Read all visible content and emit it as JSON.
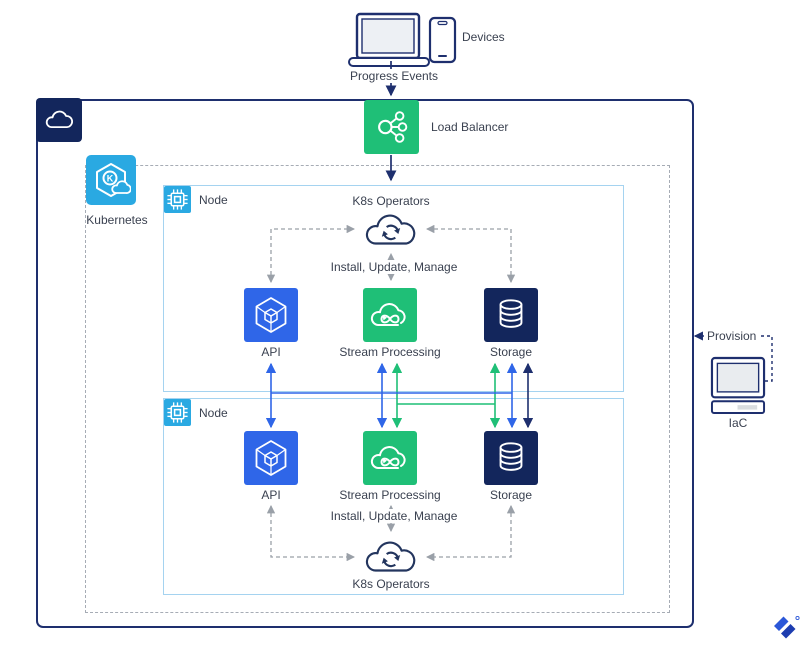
{
  "colors": {
    "navy": "#1e2f6e",
    "tile_navy": "#13265c",
    "blue": "#2f66e8",
    "green": "#1fbf77",
    "light_blue": "#2aa9e2",
    "node_border": "#a5d3f0",
    "dashed_gray": "#9aa0a8",
    "text": "#3a4150"
  },
  "diagram": {
    "devices": {
      "label": "Devices",
      "progress_label": "Progress Events",
      "icons": [
        "laptop-icon",
        "smartphone-icon"
      ]
    },
    "load_balancer": {
      "label": "Load Balancer",
      "icon": "load-balancer-icon"
    },
    "cloud_provider": {
      "icon": "cloud-icon"
    },
    "kubernetes": {
      "label": "Kubernetes",
      "icon": "kubernetes-icon"
    },
    "nodes": [
      {
        "label": "Node",
        "icon": "chip-icon",
        "operators": "K8s Operators",
        "operators_icon": "operators-cloud-icon",
        "manage": "Install, Update, Manage",
        "components": [
          {
            "label": "API",
            "icon": "api-cube-icon"
          },
          {
            "label": "Stream Processing",
            "icon": "stream-cloud-icon"
          },
          {
            "label": "Storage",
            "icon": "database-icon"
          }
        ]
      },
      {
        "label": "Node",
        "icon": "chip-icon",
        "operators": "K8s Operators",
        "operators_icon": "operators-cloud-icon",
        "manage": "Install, Update, Manage",
        "components": [
          {
            "label": "API",
            "icon": "api-cube-icon"
          },
          {
            "label": "Stream Processing",
            "icon": "stream-cloud-icon"
          },
          {
            "label": "Storage",
            "icon": "database-icon"
          }
        ]
      }
    ],
    "provision": {
      "label": "Provision",
      "target_label": "IaC",
      "target_icon": "desktop-computer-icon"
    },
    "brand": {
      "icon": "toptal-logo-mark"
    }
  }
}
